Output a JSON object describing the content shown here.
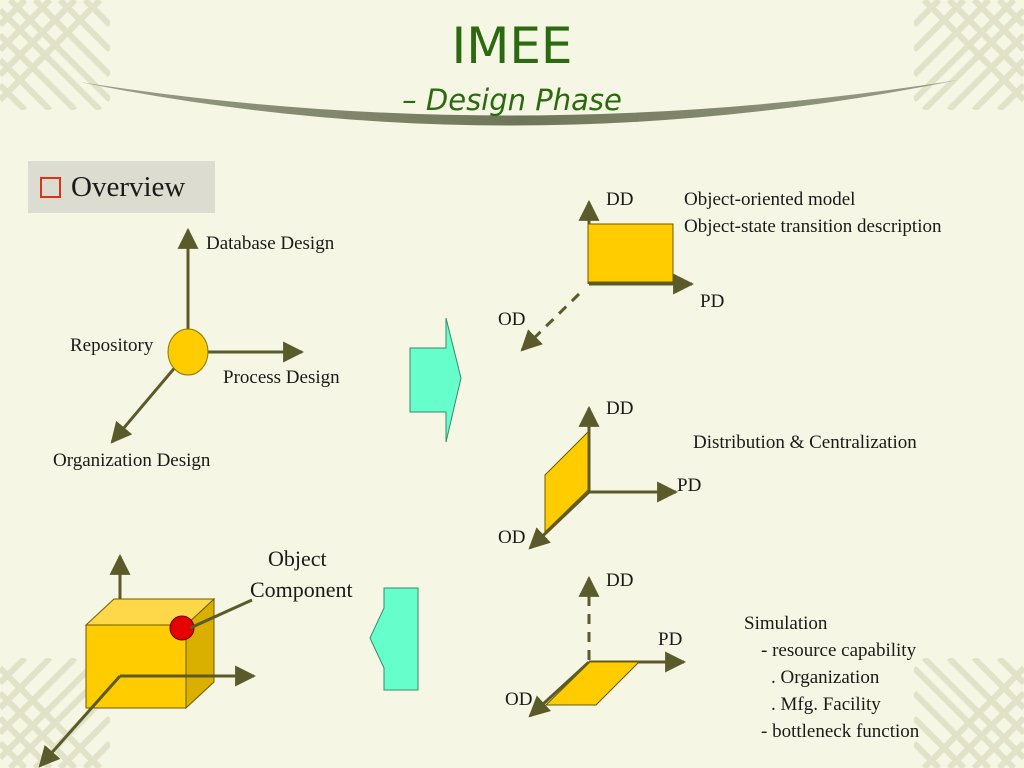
{
  "slide": {
    "title": "IMEE",
    "subtitle": "– Design Phase",
    "bullet": "Overview"
  },
  "overview_axes": {
    "vertical": "Database Design",
    "horizontal": "Process Design",
    "diagonal": "Organization Design",
    "origin": "Repository"
  },
  "panel_1": {
    "dd": "DD",
    "pd": "PD",
    "od": "OD",
    "note_lines": [
      "Object-oriented model",
      "Object-state transition description"
    ]
  },
  "panel_2": {
    "dd": "DD",
    "pd": "PD",
    "od": "OD",
    "note": "Distribution & Centralization"
  },
  "panel_3": {
    "dd": "DD",
    "pd": "PD",
    "od": "OD",
    "note_lines": [
      "Simulation",
      "- resource capability",
      ". Organization",
      ". Mfg. Facility",
      "- bottleneck function"
    ]
  },
  "cube": {
    "label_lines": [
      "Object",
      "Component"
    ]
  },
  "colors": {
    "title": "#2b6a0f",
    "axis": "#5b5a2a",
    "plane": "#ffcc00",
    "arrow": "#66ffcc",
    "marker": "#e60000"
  }
}
